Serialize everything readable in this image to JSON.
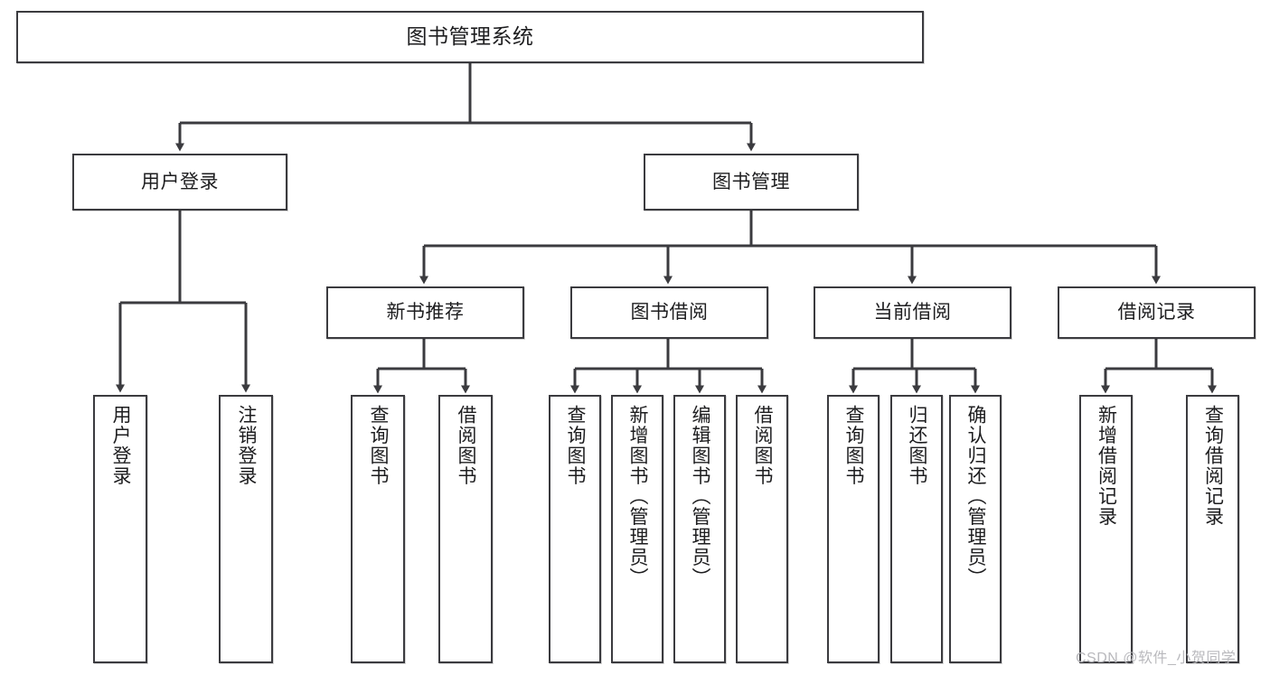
{
  "diagram": {
    "type": "tree-hierarchy",
    "title": "图书管理系统",
    "background": "#ffffff",
    "line_color": "#3b3b3f",
    "text_color": "#1d1d1f",
    "root": {
      "label": "图书管理系统"
    },
    "level1": [
      {
        "label": "用户登录"
      },
      {
        "label": "图书管理"
      }
    ],
    "level2": [
      {
        "label": "新书推荐"
      },
      {
        "label": "图书借阅"
      },
      {
        "label": "当前借阅"
      },
      {
        "label": "借阅记录"
      }
    ],
    "leaves": {
      "user_login": [
        {
          "label": "用户登录"
        },
        {
          "label": "注销登录"
        }
      ],
      "new_book_recommend": [
        {
          "label": "查询图书"
        },
        {
          "label": "借阅图书"
        }
      ],
      "book_borrow": [
        {
          "label": "查询图书"
        },
        {
          "label": "新增图书（管理员）"
        },
        {
          "label": "编辑图书（管理员）"
        },
        {
          "label": "借阅图书"
        }
      ],
      "current_borrow": [
        {
          "label": "查询图书"
        },
        {
          "label": "归还图书"
        },
        {
          "label": "确认归还（管理员）"
        }
      ],
      "borrow_record": [
        {
          "label": "新增借阅记录"
        },
        {
          "label": "查询借阅记录"
        }
      ]
    }
  },
  "watermark": {
    "text": "CSDN @软件_小贺同学"
  }
}
